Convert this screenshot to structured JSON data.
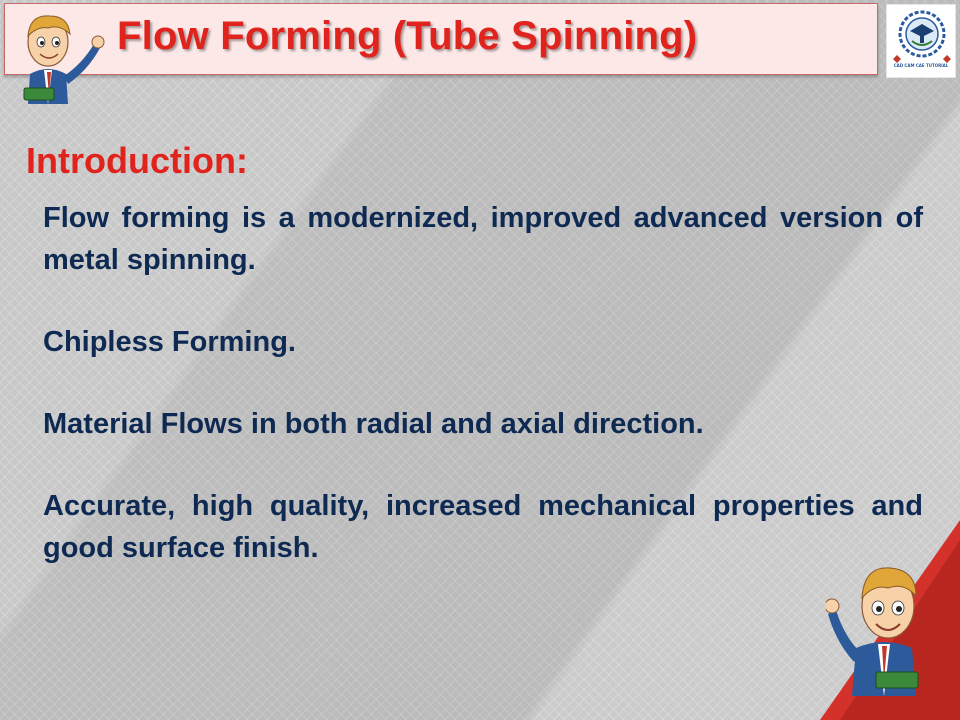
{
  "slide": {
    "title": "Flow Forming (Tube Spinning)",
    "section_heading": "Introduction:",
    "points": [
      "Flow forming is a modernized, improved advanced version of metal spinning.",
      "Chipless Forming.",
      "Material Flows in both radial and axial direction.",
      "Accurate, high quality, increased mechanical properties and good surface finish."
    ],
    "logo_caption": "CAD CAM CAE TUTORIAL"
  },
  "colors": {
    "title_red": "#e0231c",
    "body_navy": "#0e2a52",
    "title_bar_bg": "#fde8e8",
    "accent_red": "#e0231c"
  },
  "icons": {
    "top_left": "teacher-mascot-icon",
    "top_right": "institution-logo-icon",
    "bottom_right": "teacher-mascot-icon"
  }
}
